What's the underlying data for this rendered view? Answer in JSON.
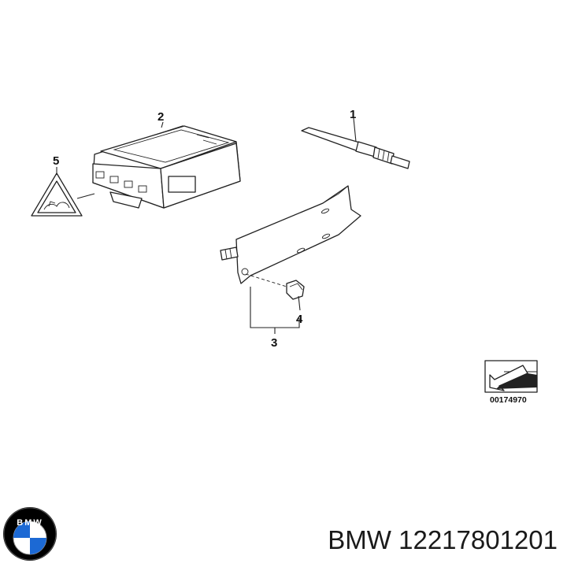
{
  "callouts": {
    "p1": "1",
    "p2": "2",
    "p3": "3",
    "p4": "4",
    "p5": "5"
  },
  "reference_code": "00174970",
  "caption": {
    "brand": "BMW",
    "part_number": "12217801201"
  },
  "logo": {
    "text": "BMW",
    "colors": {
      "blue": "#1c69d4",
      "white": "#ffffff",
      "black": "#000000"
    }
  }
}
